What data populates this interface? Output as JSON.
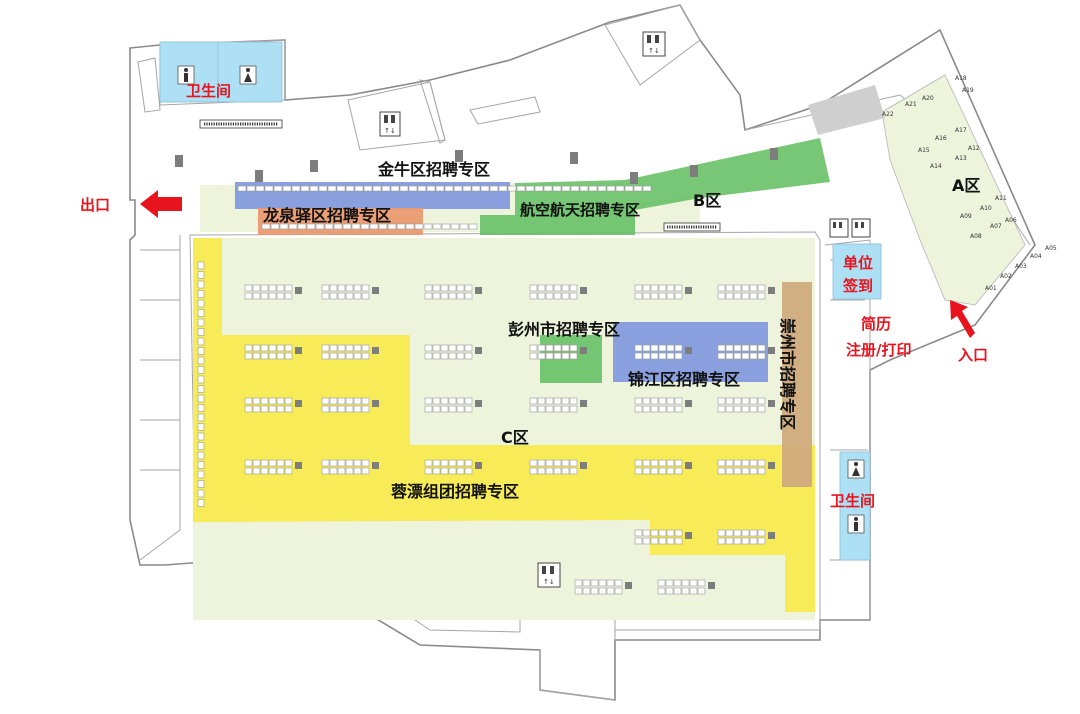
{
  "map": {
    "zones": {
      "a": "A区",
      "b": "B区",
      "c": "C区"
    },
    "areas": {
      "jinniu": "金牛区招聘专区",
      "longquanyi": "龙泉驿区招聘专区",
      "aerospace": "航空航天招聘专区",
      "pengzhou": "彭州市招聘专区",
      "jinjiang": "锦江区招聘专区",
      "chongzhou": "崇州市招聘专区",
      "rongpiao": "蓉漂组团招聘专区"
    },
    "facilities": {
      "exit": "出口",
      "entrance": "入口",
      "toilet_top": "卫生间",
      "toilet_right": "卫生间",
      "signin_line1": "单位",
      "signin_line2": "签到",
      "resume_line1": "简历",
      "resume_line2": "注册/打印"
    },
    "booths_a": [
      "A01",
      "A02",
      "A03",
      "A04",
      "A05",
      "A06",
      "A07",
      "A08",
      "A09",
      "A10",
      "A11",
      "A12",
      "A13",
      "A14",
      "A15",
      "A16",
      "A17",
      "A18",
      "A19",
      "A20",
      "A21",
      "A22"
    ],
    "colors": {
      "yellow_zone": "#f8ea3f",
      "pale_green_zone": "#eef3dc",
      "green_zone": "#5fbd5f",
      "blue_zone": "#7e97de",
      "orange_zone": "#ea9a70",
      "brown_zone": "#cfab7d",
      "facility_blue": "#aee0f5",
      "label_red": "#e8141d"
    },
    "icons": [
      "toilet-icon",
      "elevator-icon",
      "escalator-icon",
      "arrow-icon"
    ]
  }
}
